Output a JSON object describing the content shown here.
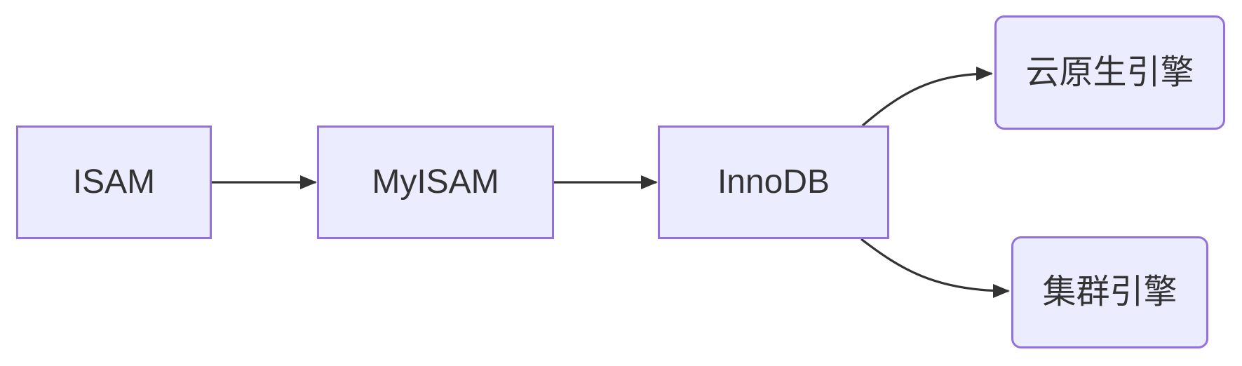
{
  "diagram": {
    "type": "flowchart",
    "direction": "left-to-right",
    "nodes": [
      {
        "id": "isam",
        "label": "ISAM",
        "shape": "rectangle"
      },
      {
        "id": "myisam",
        "label": "MyISAM",
        "shape": "rectangle"
      },
      {
        "id": "innodb",
        "label": "InnoDB",
        "shape": "rectangle"
      },
      {
        "id": "cloud",
        "label": "云原生引擎",
        "shape": "rounded-rectangle"
      },
      {
        "id": "cluster",
        "label": "集群引擎",
        "shape": "rounded-rectangle"
      }
    ],
    "edges": [
      {
        "from": "isam",
        "to": "myisam",
        "style": "straight-arrow"
      },
      {
        "from": "myisam",
        "to": "innodb",
        "style": "straight-arrow"
      },
      {
        "from": "innodb",
        "to": "cloud",
        "style": "curved-arrow"
      },
      {
        "from": "innodb",
        "to": "cluster",
        "style": "curved-arrow"
      }
    ],
    "colors": {
      "node_fill": "#ECECFF",
      "node_border": "#9370DB",
      "edge": "#333333",
      "text": "#333333",
      "background": "#FFFFFF"
    }
  }
}
